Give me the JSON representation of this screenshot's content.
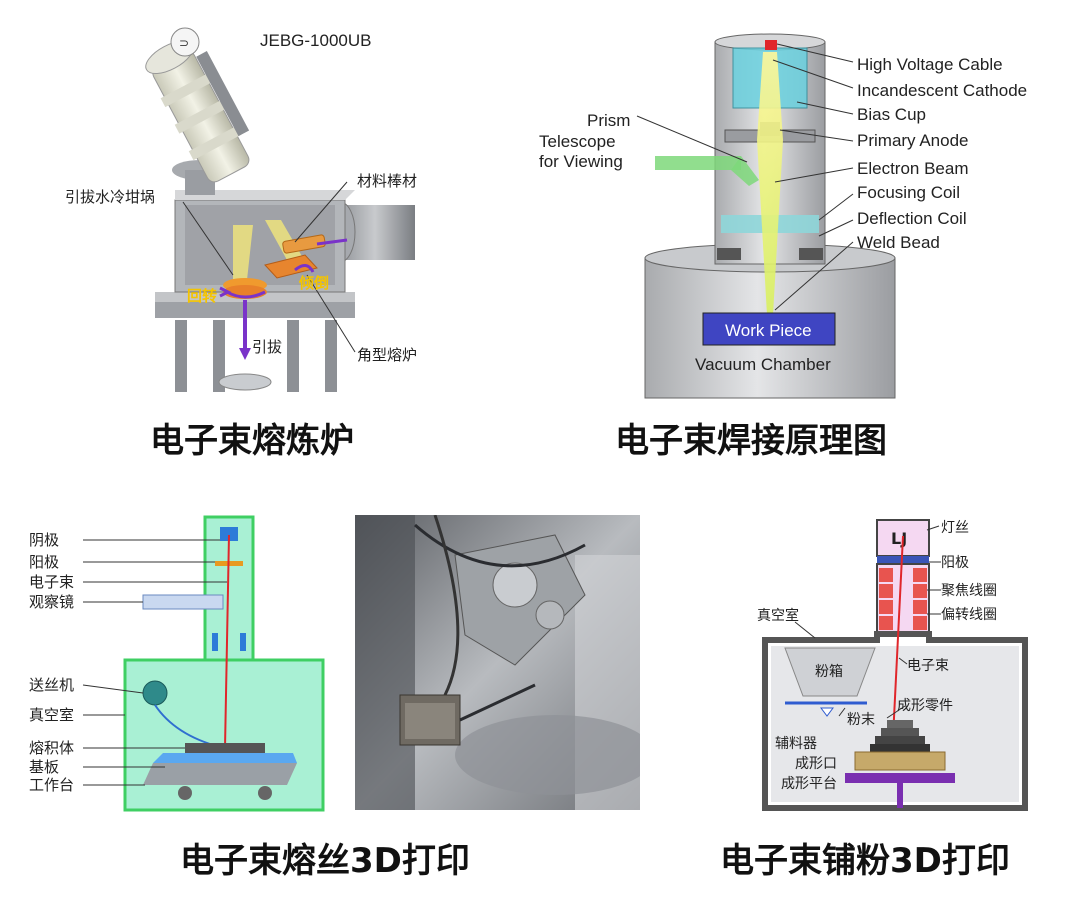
{
  "panels": {
    "melting_furnace": {
      "caption": "电子束熔炼炉",
      "model": "JEBG-1000UB",
      "labels": {
        "crucible": "引拔水冷坩埚",
        "rod": "材料棒材",
        "rotate": "回转",
        "tilt": "倾倒",
        "pull": "引拔",
        "hearth": "角型熔炉"
      }
    },
    "welding": {
      "caption": "电子束焊接原理图",
      "labels": {
        "hv_cable": "High Voltage Cable",
        "cathode": "Incandescent Cathode",
        "bias_cup": "Bias Cup",
        "prism": "Prism",
        "telescope_1": "Telescope",
        "telescope_2": "for Viewing",
        "anode": "Primary Anode",
        "beam": "Electron Beam",
        "focus_coil": "Focusing Coil",
        "deflection_coil": "Deflection Coil",
        "weld_bead": "Weld Bead",
        "work_piece": "Work Piece",
        "chamber": "Vacuum Chamber"
      }
    },
    "wire_3d": {
      "caption": "电子束熔丝3D打印",
      "labels": {
        "cathode": "阴极",
        "anode": "阳极",
        "beam": "电子束",
        "viewer": "观察镜",
        "wire_feeder": "送丝机",
        "chamber": "真空室",
        "deposit": "熔积体",
        "substrate": "基板",
        "table": "工作台"
      }
    },
    "powder_3d": {
      "caption": "电子束铺粉3D打印",
      "labels": {
        "filament": "灯丝",
        "anode": "阳极",
        "focus_coil": "聚焦线圈",
        "deflection_coil": "偏转线圈",
        "chamber": "真空室",
        "powder_box": "粉箱",
        "beam": "电子束",
        "part": "成形零件",
        "powder": "粉末",
        "spreader": "辅料器",
        "build_opening": "成形口",
        "platform": "成形平台"
      }
    }
  }
}
